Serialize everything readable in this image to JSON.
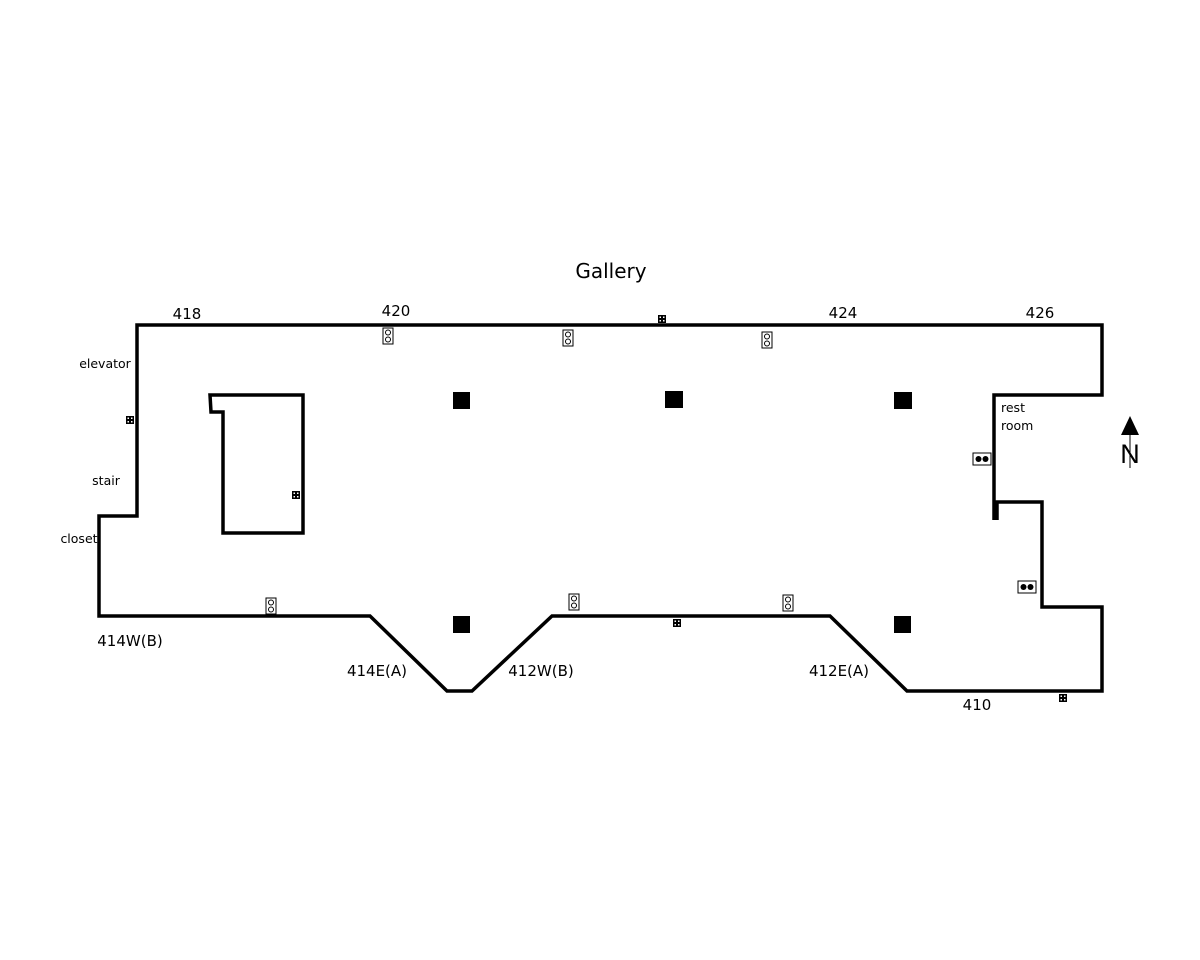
{
  "title": "Gallery",
  "rooms": {
    "r418": "418",
    "r420": "420",
    "r424": "424",
    "r426": "426",
    "r414w": "414W(B)",
    "r414e": "414E(A)",
    "r412w": "412W(B)",
    "r412e": "412E(A)",
    "r410": "410"
  },
  "areas": {
    "elevator": "elevator",
    "stair": "stair",
    "closet": "closet",
    "rest1": "rest",
    "rest2": "room"
  },
  "compass": {
    "label": "N"
  },
  "colors": {
    "wall": "#000000",
    "background": "#ffffff"
  }
}
